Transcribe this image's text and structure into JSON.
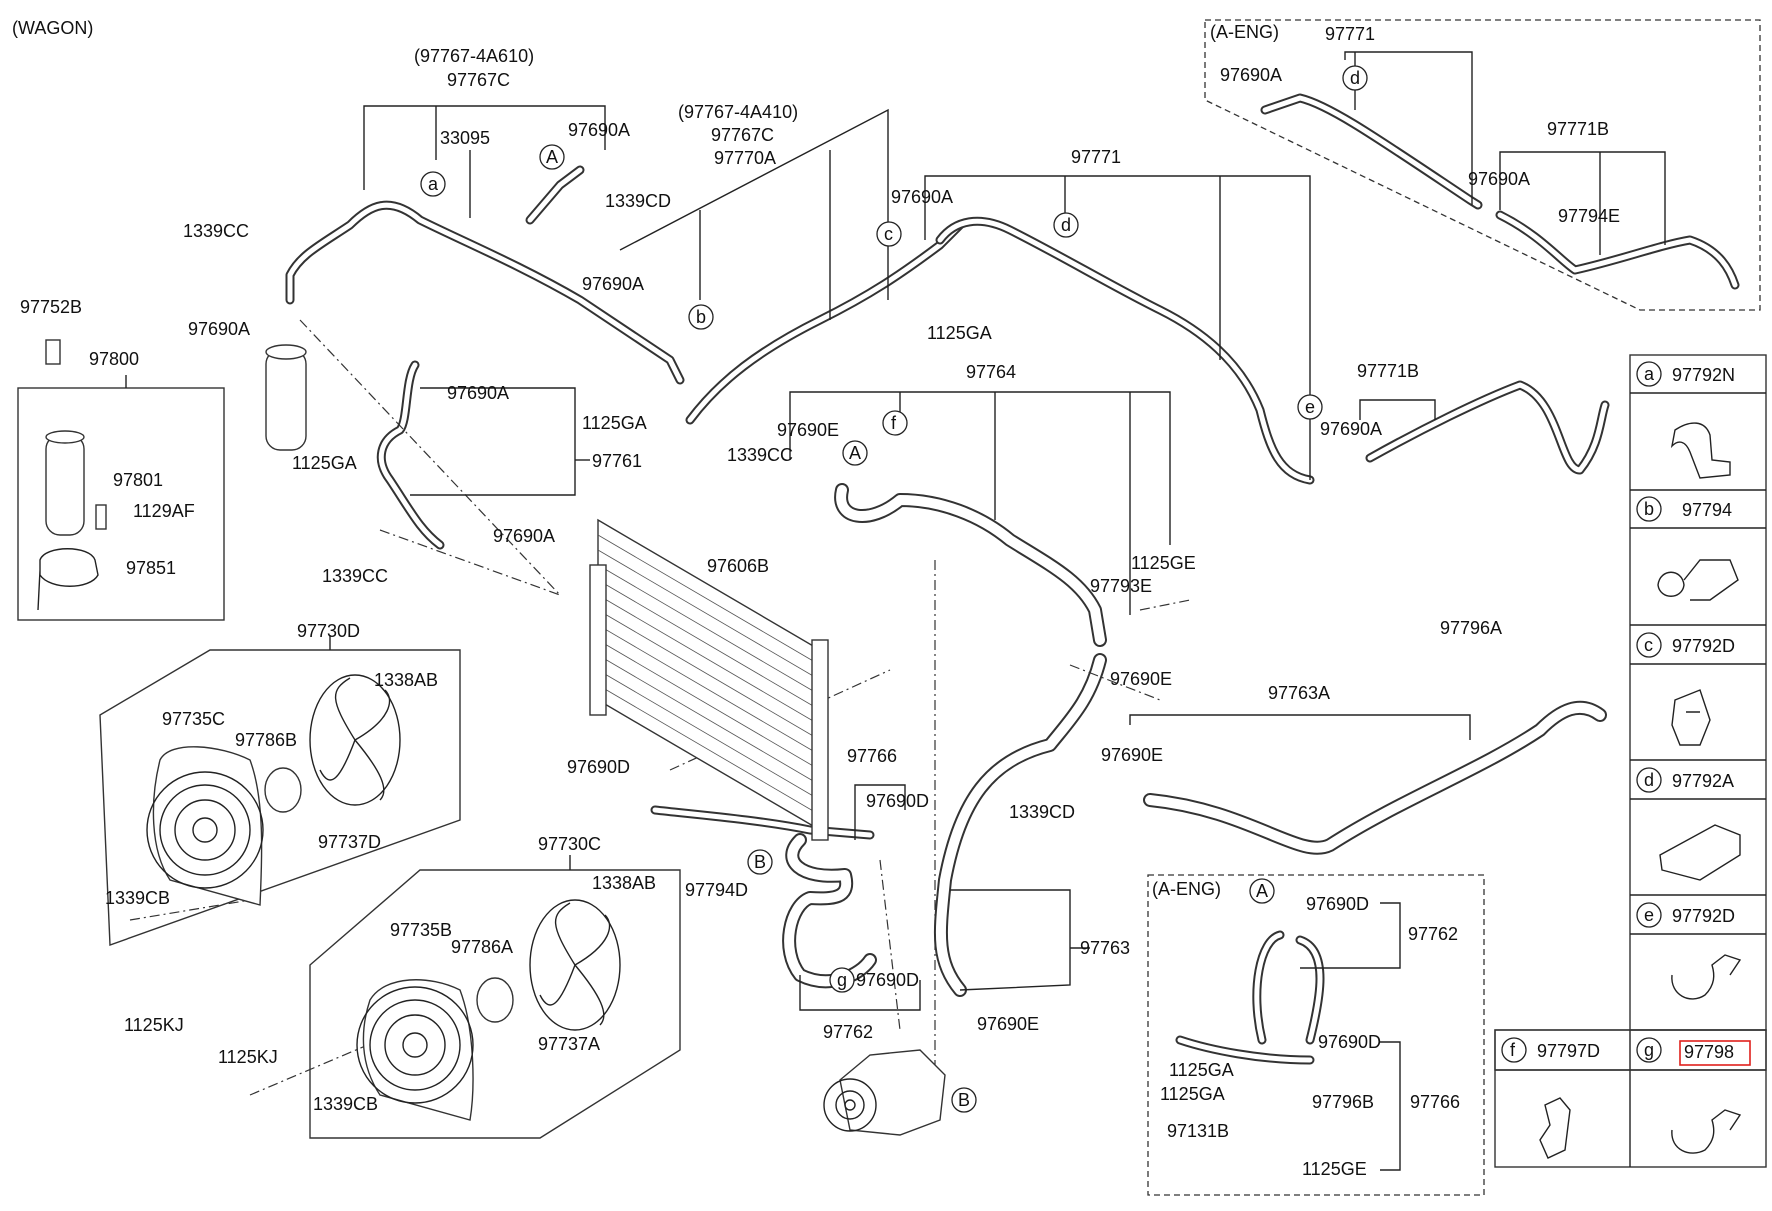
{
  "variant_note": "(WAGON)",
  "callouts": [
    {
      "text": "(97767-4A610)"
    },
    {
      "text": "97767C"
    },
    {
      "text": "33095"
    },
    {
      "text": "97690A"
    },
    {
      "text": "1339CD"
    },
    {
      "text": "1339CC"
    },
    {
      "text": "97752B"
    },
    {
      "text": "97690A"
    },
    {
      "text": "97800"
    },
    {
      "text": "97801"
    },
    {
      "text": "1129AF"
    },
    {
      "text": "97851"
    },
    {
      "text": "(97767-4A410)"
    },
    {
      "text": "97767C"
    },
    {
      "text": "97770A"
    },
    {
      "text": "97690A"
    },
    {
      "text": "97690A"
    },
    {
      "text": "1125GA"
    },
    {
      "text": "1125GA"
    },
    {
      "text": "97761"
    },
    {
      "text": "97690A"
    },
    {
      "text": "1339CC"
    },
    {
      "text": "97606B"
    },
    {
      "text": "97771"
    },
    {
      "text": "97690A"
    },
    {
      "text": "1125GA"
    },
    {
      "text": "97764"
    },
    {
      "text": "97690E"
    },
    {
      "text": "1339CC"
    },
    {
      "text": "97771B"
    },
    {
      "text": "97690A"
    },
    {
      "text": "1125GE"
    },
    {
      "text": "97793E"
    },
    {
      "text": "97690E"
    },
    {
      "text": "97796A"
    },
    {
      "text": "97763A"
    },
    {
      "text": "97690E"
    },
    {
      "text": "1339CD"
    },
    {
      "text": "97730D"
    },
    {
      "text": "1338AB"
    },
    {
      "text": "97735C"
    },
    {
      "text": "97786B"
    },
    {
      "text": "97737D"
    },
    {
      "text": "1339CB"
    },
    {
      "text": "1125KJ"
    },
    {
      "text": "97730C"
    },
    {
      "text": "1338AB"
    },
    {
      "text": "97735B"
    },
    {
      "text": "97786A"
    },
    {
      "text": "97737A"
    },
    {
      "text": "1125KJ"
    },
    {
      "text": "1339CB"
    },
    {
      "text": "97690D"
    },
    {
      "text": "97766"
    },
    {
      "text": "97690D"
    },
    {
      "text": "97794D"
    },
    {
      "text": "97690D"
    },
    {
      "text": "97762"
    },
    {
      "text": "97763"
    },
    {
      "text": "97690E"
    },
    {
      "text": "(A-ENG)"
    },
    {
      "text": "97771"
    },
    {
      "text": "97690A"
    },
    {
      "text": "97771B"
    },
    {
      "text": "97690A"
    },
    {
      "text": "97794E"
    },
    {
      "text": "(A-ENG)"
    },
    {
      "text": "97690D"
    },
    {
      "text": "97762"
    },
    {
      "text": "97690D"
    },
    {
      "text": "1125GA"
    },
    {
      "text": "1125GA"
    },
    {
      "text": "97796B"
    },
    {
      "text": "97766"
    },
    {
      "text": "97131B"
    },
    {
      "text": "1125GE"
    }
  ],
  "markers": [
    {
      "letter": "A"
    },
    {
      "letter": "a"
    },
    {
      "letter": "b"
    },
    {
      "letter": "c"
    },
    {
      "letter": "d"
    },
    {
      "letter": "e"
    },
    {
      "letter": "f"
    },
    {
      "letter": "A"
    },
    {
      "letter": "B"
    },
    {
      "letter": "g"
    },
    {
      "letter": "B"
    },
    {
      "letter": "d"
    },
    {
      "letter": "A"
    }
  ],
  "legend": [
    {
      "letter": "a",
      "part": "97792N"
    },
    {
      "letter": "b",
      "part": "97794"
    },
    {
      "letter": "c",
      "part": "97792D"
    },
    {
      "letter": "d",
      "part": "97792A"
    },
    {
      "letter": "e",
      "part": "97792D"
    },
    {
      "letter": "f",
      "part": "97797D"
    },
    {
      "letter": "g",
      "part": "97798",
      "highlighted": true
    }
  ],
  "colors": {
    "line": "#222222",
    "highlight": "#e0201c"
  }
}
